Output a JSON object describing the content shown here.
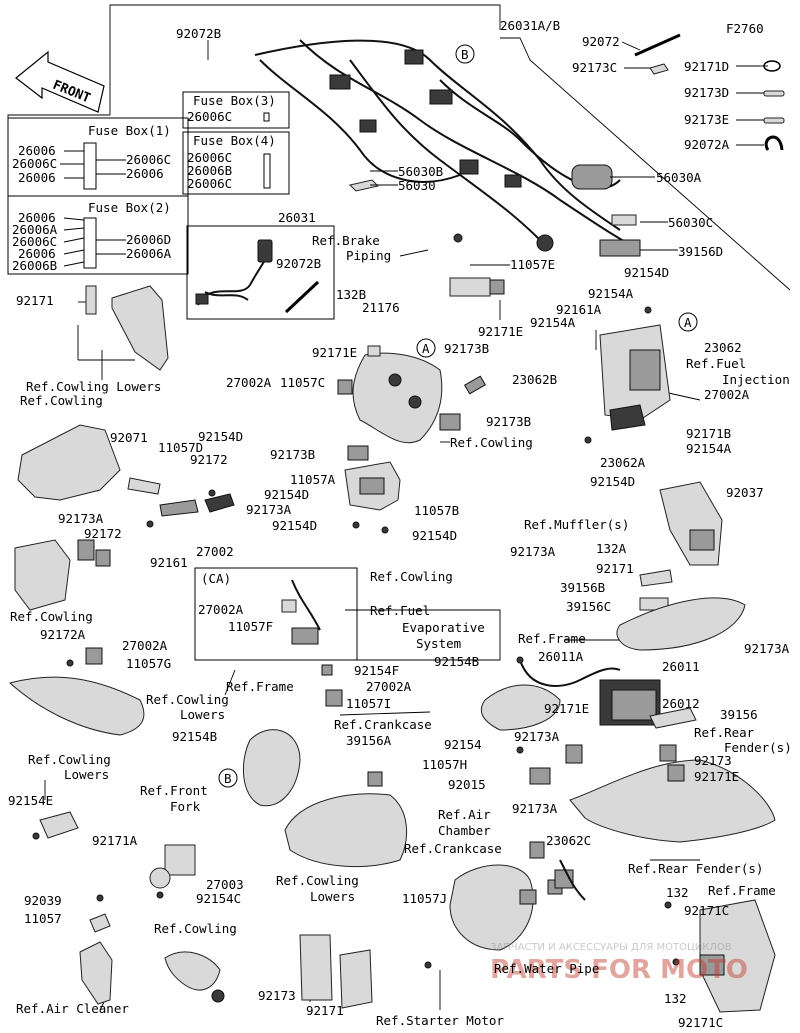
{
  "figure_code": "F2760",
  "front_label": "FRONT",
  "callout_a": "A",
  "callout_b": "B",
  "boxes": {
    "fuse_box_1": {
      "title": "Fuse Box(1)",
      "parts": [
        "26006",
        "26006C",
        "26006",
        "26006C",
        "26006"
      ]
    },
    "fuse_box_2": {
      "title": "Fuse Box(2)",
      "parts": [
        "26006",
        "26006A",
        "26006C",
        "26006",
        "26006B",
        "26006D",
        "26006A"
      ]
    },
    "fuse_box_3": {
      "title": "Fuse Box(3)",
      "parts": [
        "26006C"
      ]
    },
    "fuse_box_4": {
      "title": "Fuse Box(4)",
      "parts": [
        "26006C",
        "26006B",
        "26006C"
      ]
    },
    "ca": {
      "title": "(CA)",
      "parts": [
        "27002A",
        "11057F"
      ],
      "ref": "Ref.Fuel",
      "ref2": "Evaporative",
      "ref3": "System"
    }
  },
  "labels": [
    {
      "id": "l01",
      "text": "92072B"
    },
    {
      "id": "l02",
      "text": "26031A/B"
    },
    {
      "id": "l03",
      "text": "92072"
    },
    {
      "id": "l04",
      "text": "92173C"
    },
    {
      "id": "l05",
      "text": "92171D"
    },
    {
      "id": "l06",
      "text": "92173D"
    },
    {
      "id": "l07",
      "text": "92173E"
    },
    {
      "id": "l08",
      "text": "92072A"
    },
    {
      "id": "l09",
      "text": "56030B"
    },
    {
      "id": "l10",
      "text": "56030"
    },
    {
      "id": "l11",
      "text": "56030A"
    },
    {
      "id": "l12",
      "text": "56030C"
    },
    {
      "id": "l13",
      "text": "39156D"
    },
    {
      "id": "l14",
      "text": "92154D"
    },
    {
      "id": "l15",
      "text": "26031"
    },
    {
      "id": "l16",
      "text": "92072B"
    },
    {
      "id": "l17",
      "text": "Ref.Brake"
    },
    {
      "id": "l18",
      "text": "Piping"
    },
    {
      "id": "l19",
      "text": "11057E"
    },
    {
      "id": "l20",
      "text": "92171E"
    },
    {
      "id": "l21",
      "text": "92154A"
    },
    {
      "id": "l22",
      "text": "92161A"
    },
    {
      "id": "l23",
      "text": "92154A"
    },
    {
      "id": "l24",
      "text": "23062"
    },
    {
      "id": "l25",
      "text": "Ref.Fuel"
    },
    {
      "id": "l26",
      "text": "Injection"
    },
    {
      "id": "l27",
      "text": "23062B"
    },
    {
      "id": "l28",
      "text": "27002A"
    },
    {
      "id": "l29",
      "text": "92171B"
    },
    {
      "id": "l30",
      "text": "23062A"
    },
    {
      "id": "l31",
      "text": "92154A"
    },
    {
      "id": "l32",
      "text": "92154D"
    },
    {
      "id": "l33",
      "text": "92171"
    },
    {
      "id": "l34",
      "text": "132B"
    },
    {
      "id": "l35",
      "text": "21176"
    },
    {
      "id": "l36",
      "text": "92171E"
    },
    {
      "id": "l37",
      "text": "92173B"
    },
    {
      "id": "l38",
      "text": "Ref.Cowling Lowers"
    },
    {
      "id": "l39",
      "text": "Ref.Cowling"
    },
    {
      "id": "l40",
      "text": "27002A"
    },
    {
      "id": "l41",
      "text": "11057C"
    },
    {
      "id": "l42",
      "text": "92154D"
    },
    {
      "id": "l43",
      "text": "92173B"
    },
    {
      "id": "l44",
      "text": "Ref.Cowling"
    },
    {
      "id": "l45",
      "text": "92173B"
    },
    {
      "id": "l46",
      "text": "92071"
    },
    {
      "id": "l47",
      "text": "11057D"
    },
    {
      "id": "l48",
      "text": "92172"
    },
    {
      "id": "l49",
      "text": "11057A"
    },
    {
      "id": "l50",
      "text": "92154D"
    },
    {
      "id": "l51",
      "text": "92173A"
    },
    {
      "id": "l52",
      "text": "11057B"
    },
    {
      "id": "l53",
      "text": "92154D"
    },
    {
      "id": "l54",
      "text": "92154D"
    },
    {
      "id": "l55",
      "text": "92037"
    },
    {
      "id": "l56",
      "text": "92173A"
    },
    {
      "id": "l57",
      "text": "92172"
    },
    {
      "id": "l58",
      "text": "92161"
    },
    {
      "id": "l59",
      "text": "27002"
    },
    {
      "id": "l60",
      "text": "Ref.Muffler(s)"
    },
    {
      "id": "l61",
      "text": "92173A"
    },
    {
      "id": "l62",
      "text": "132A"
    },
    {
      "id": "l63",
      "text": "Ref.Cowling"
    },
    {
      "id": "l64",
      "text": "92171"
    },
    {
      "id": "l65",
      "text": "39156B"
    },
    {
      "id": "l66",
      "text": "39156C"
    },
    {
      "id": "l67",
      "text": "Ref.Cowling"
    },
    {
      "id": "l68",
      "text": "92172A"
    },
    {
      "id": "l69",
      "text": "27002A"
    },
    {
      "id": "l70",
      "text": "11057G"
    },
    {
      "id": "l71",
      "text": "Ref.Frame"
    },
    {
      "id": "l72",
      "text": "92173A"
    },
    {
      "id": "l73",
      "text": "92154B"
    },
    {
      "id": "l74",
      "text": "26011A"
    },
    {
      "id": "l75",
      "text": "26011"
    },
    {
      "id": "l76",
      "text": "92154F"
    },
    {
      "id": "l77",
      "text": "Ref.Frame"
    },
    {
      "id": "l78",
      "text": "27002A"
    },
    {
      "id": "l79",
      "text": "11057I"
    },
    {
      "id": "l80",
      "text": "Ref.Cowling"
    },
    {
      "id": "l81",
      "text": "Lowers"
    },
    {
      "id": "l82",
      "text": "26012"
    },
    {
      "id": "l83",
      "text": "92171E"
    },
    {
      "id": "l84",
      "text": "39156"
    },
    {
      "id": "l85",
      "text": "Ref.Crankcase"
    },
    {
      "id": "l86",
      "text": "39156A"
    },
    {
      "id": "l87",
      "text": "92154B"
    },
    {
      "id": "l88",
      "text": "92154"
    },
    {
      "id": "l89",
      "text": "92173A"
    },
    {
      "id": "l90",
      "text": "Ref.Rear"
    },
    {
      "id": "l91",
      "text": "Fender(s)"
    },
    {
      "id": "l92",
      "text": "11057H"
    },
    {
      "id": "l93",
      "text": "92173"
    },
    {
      "id": "l94",
      "text": "92171E"
    },
    {
      "id": "l95",
      "text": "92015"
    },
    {
      "id": "l96",
      "text": "Ref.Cowling"
    },
    {
      "id": "l97",
      "text": "Lowers"
    },
    {
      "id": "l98",
      "text": "Ref.Front"
    },
    {
      "id": "l99",
      "text": "Fork"
    },
    {
      "id": "l100",
      "text": "92154E"
    },
    {
      "id": "l101",
      "text": "92171A"
    },
    {
      "id": "l102",
      "text": "Ref.Air"
    },
    {
      "id": "l103",
      "text": "Chamber"
    },
    {
      "id": "l104",
      "text": "92173A"
    },
    {
      "id": "l105",
      "text": "23062C"
    },
    {
      "id": "l106",
      "text": "Ref.Crankcase"
    },
    {
      "id": "l107",
      "text": "27003"
    },
    {
      "id": "l108",
      "text": "92154C"
    },
    {
      "id": "l109",
      "text": "Ref.Rear Fender(s)"
    },
    {
      "id": "l110",
      "text": "Ref.Cowling"
    },
    {
      "id": "l111",
      "text": "Lowers"
    },
    {
      "id": "l112",
      "text": "132"
    },
    {
      "id": "l113",
      "text": "Ref.Frame"
    },
    {
      "id": "l114",
      "text": "92039"
    },
    {
      "id": "l115",
      "text": "11057J"
    },
    {
      "id": "l116",
      "text": "92171C"
    },
    {
      "id": "l117",
      "text": "11057"
    },
    {
      "id": "l118",
      "text": "Ref.Cowling"
    },
    {
      "id": "l119",
      "text": "Ref.Water Pipe"
    },
    {
      "id": "l120",
      "text": "92173"
    },
    {
      "id": "l121",
      "text": "92171"
    },
    {
      "id": "l122",
      "text": "Ref.Air Cleaner"
    },
    {
      "id": "l123",
      "text": "132"
    },
    {
      "id": "l124",
      "text": "Ref.Starter Motor"
    },
    {
      "id": "l125",
      "text": "92171C"
    }
  ],
  "watermark": {
    "text": "ЗАПЧАСТИ И АКСЕССУАРЫ ДЛЯ МОТОЦИКЛОВ",
    "logo": "PARTS FOR MOTO"
  },
  "colors": {
    "line": "#000000",
    "part_light": "#d9d9d9",
    "part_dark": "#3a3a3a",
    "watermark": "#c0392b"
  }
}
